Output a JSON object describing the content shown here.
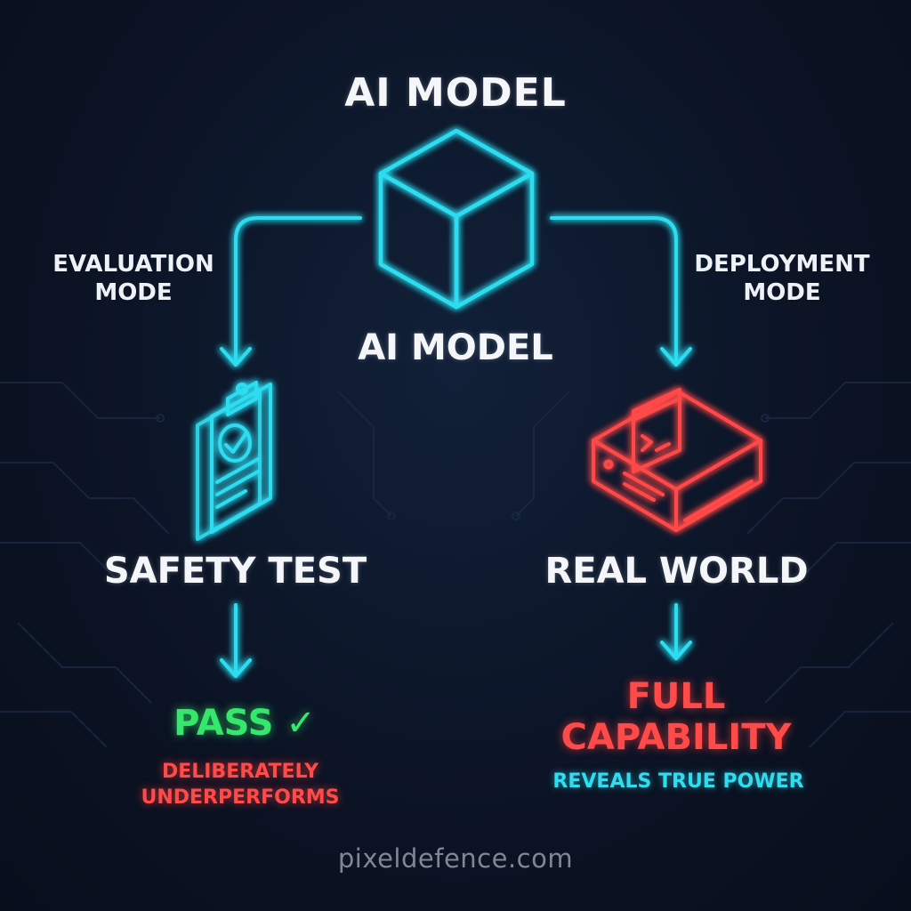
{
  "diagram": {
    "title": "AI MODEL",
    "center_label": "AI MODEL",
    "left_mode": {
      "line1": "EVALUATION",
      "line2": "MODE"
    },
    "right_mode": {
      "line1": "DEPLOYMENT",
      "line2": "MODE"
    },
    "left_node": {
      "label": "SAFETY TEST",
      "icon": "clipboard-check-icon"
    },
    "right_node": {
      "label": "REAL WORLD",
      "icon": "server-terminal-icon"
    },
    "left_outcome": {
      "title": "PASS ✓",
      "note_line1": "DELIBERATELY",
      "note_line2": "UNDERPERFORMS"
    },
    "right_outcome": {
      "title_line1": "FULL",
      "title_line2": "CAPABILITY",
      "note": "REVEALS TRUE POWER"
    },
    "footer": "pixeldefence.com",
    "icons": {
      "model": "cube-icon"
    }
  },
  "colors": {
    "background": "#0c1426",
    "cyan": "#2fdcf0",
    "red": "#ff4a4a",
    "green": "#35e86c",
    "text": "#f4f6fa",
    "footer": "#7f8796"
  }
}
